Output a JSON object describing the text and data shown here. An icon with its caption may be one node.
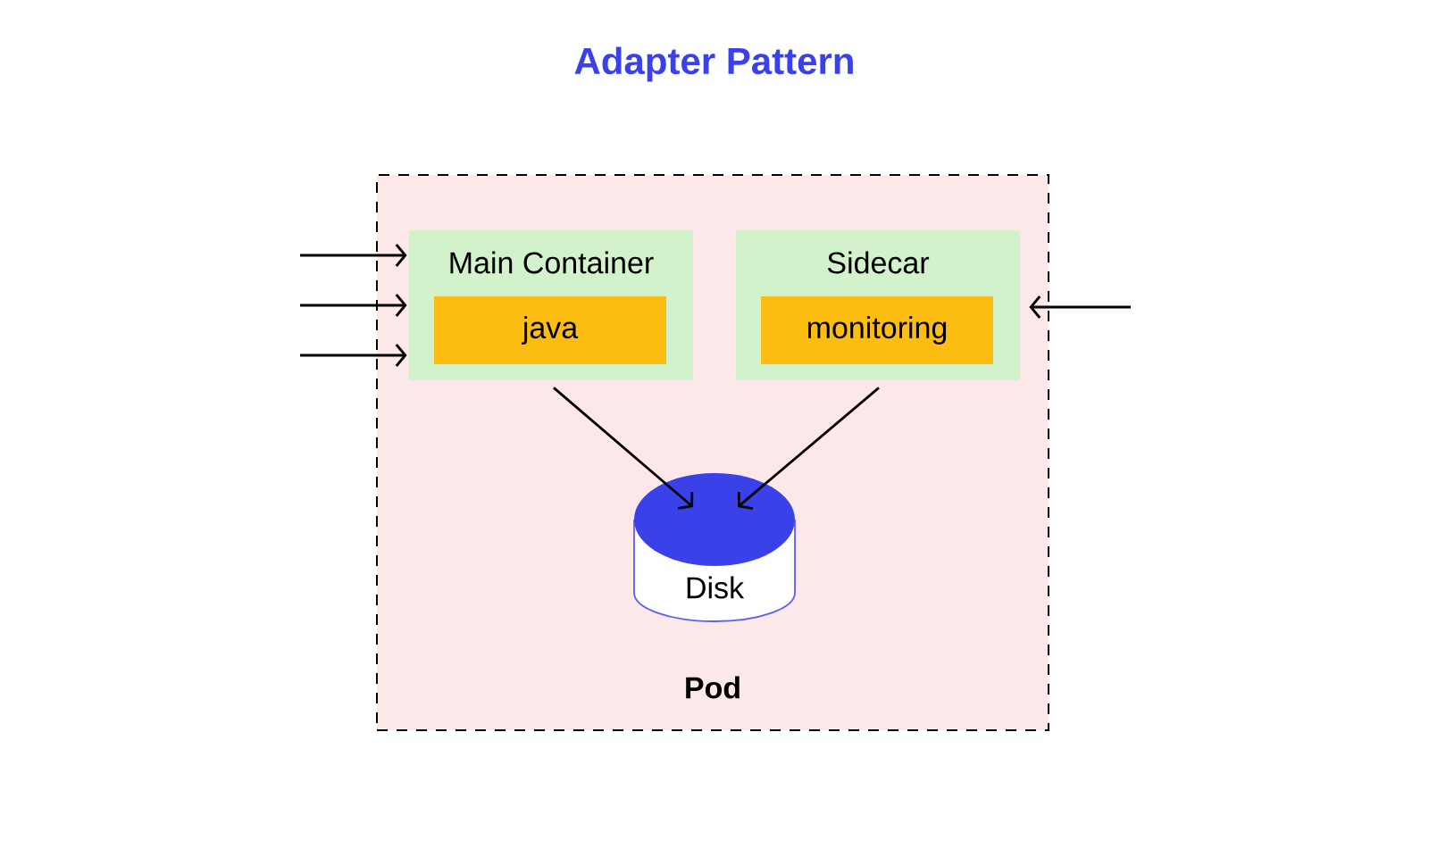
{
  "diagram": {
    "title": "Adapter Pattern",
    "nodes": [
      {
        "text": [
          "Pod"
        ]
      },
      {
        "text": [
          "Main Container"
        ],
        "in": 0
      },
      {
        "text": [
          "java"
        ],
        "in": 1
      },
      {
        "text": [
          "Sidecar"
        ],
        "in": 0
      },
      {
        "text": [
          "monitoring"
        ],
        "in": 3
      },
      {
        "text": [
          "Disk"
        ],
        "in": 0
      }
    ],
    "edges": [
      {
        "from": null,
        "to": 1,
        "arrow": "to"
      },
      {
        "from": null,
        "to": 1,
        "arrow": "to"
      },
      {
        "from": null,
        "to": 1,
        "arrow": "to"
      },
      {
        "from": null,
        "to": 3,
        "arrow": "to"
      },
      {
        "from": 1,
        "to": 5,
        "arrow": "to"
      },
      {
        "from": 3,
        "to": 5,
        "arrow": "to"
      }
    ]
  }
}
